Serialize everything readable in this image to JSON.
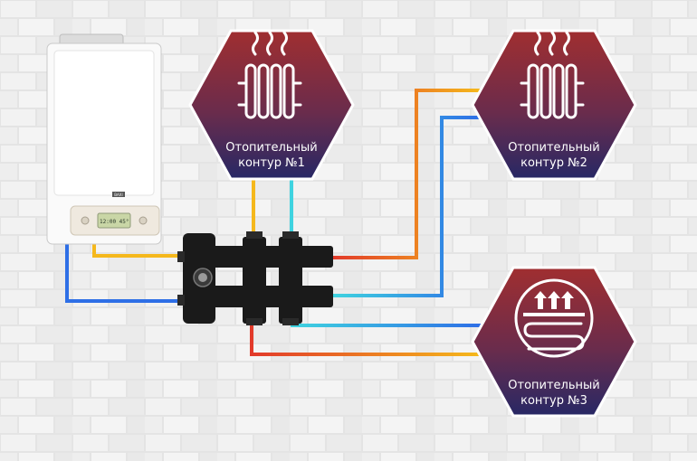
{
  "circuits": [
    {
      "id": "c1",
      "line1": "Отопительный",
      "line2": "контур  №1",
      "icon": "radiator-icon"
    },
    {
      "id": "c2",
      "line1": "Отопительный",
      "line2": "контур  №2",
      "icon": "radiator-icon"
    },
    {
      "id": "c3",
      "line1": "Отопительный",
      "line2": "контур  №3",
      "icon": "underfloor-heating-icon"
    }
  ],
  "boiler": {
    "badge": "BAXI",
    "display": "12:00 45°"
  },
  "colors": {
    "hot": "#f5b81c",
    "hot_red": "#e23a2a",
    "cold": "#2e6fe6",
    "cold_cyan": "#3fd3e0",
    "hex_top": "#9b2f33",
    "hex_bottom": "#2c2a66",
    "wall": "#e9e9e9",
    "manifold": "#1a1a1a"
  }
}
